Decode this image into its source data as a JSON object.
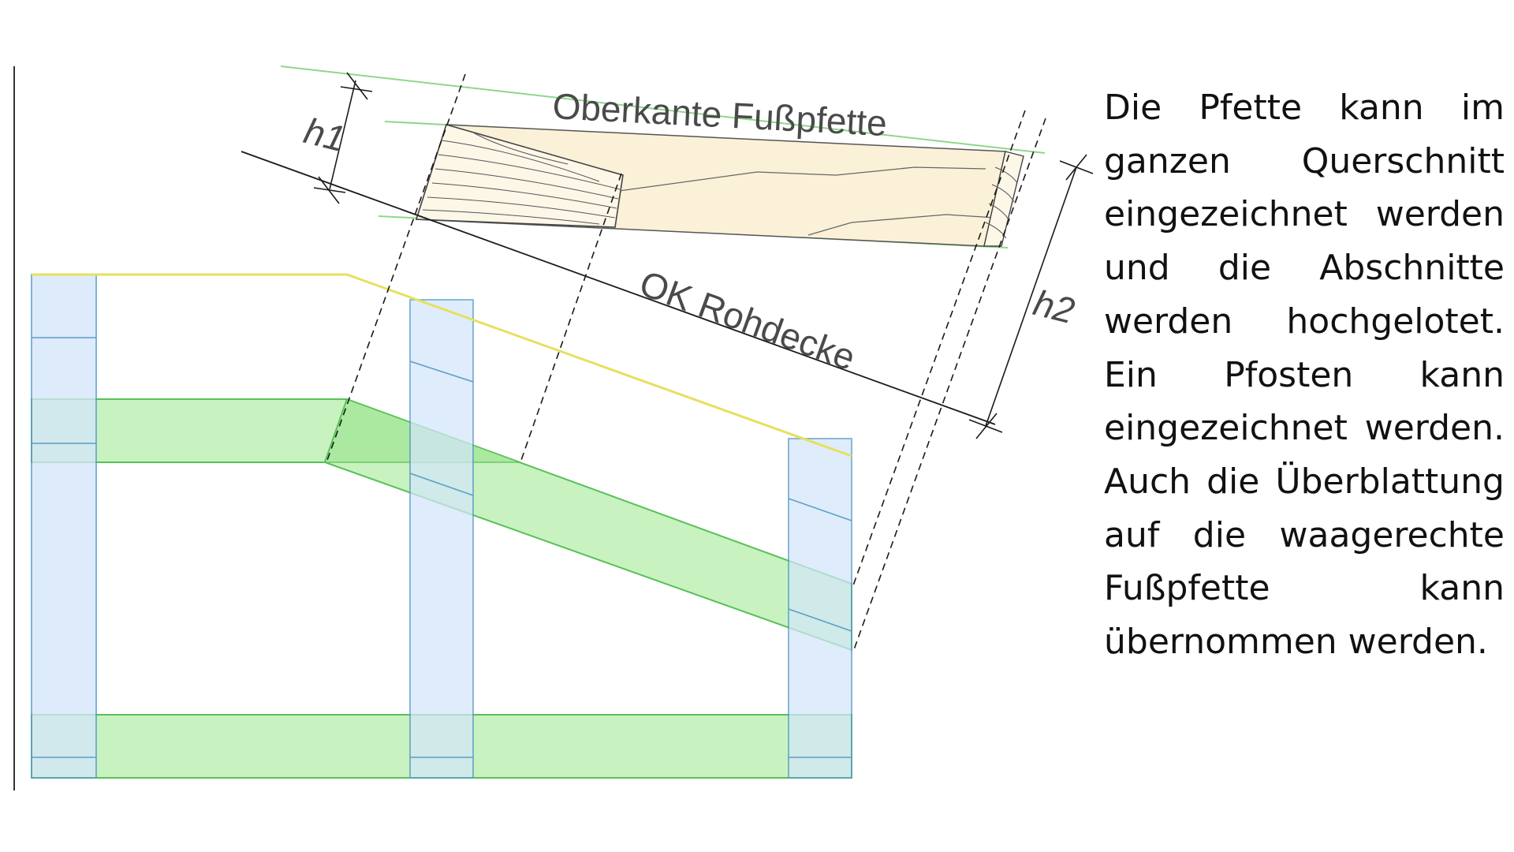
{
  "diagram": {
    "label_top": "Oberkante Fußpfette",
    "label_deck": "OK Rohdecke",
    "dim_h1": "h1",
    "dim_h2": "h2"
  },
  "description": "Die Pfette kann im ganzen Querschnitt eingezeichnet werden und die Abschnitte werden hochgelotet. Ein Pfosten kann eingezeichnet werden. Auch die Überblattung auf die waagerechte Fußpfette kann übernommen werden.",
  "colors": {
    "post_fill": "#d4e6fa",
    "post_stroke": "#5a9ec8",
    "beam_fill": "#c8f2c0",
    "beam_stroke": "#58c058",
    "eave_line": "#e6e060",
    "purlin_fill": "#fbf1d8",
    "guide_line": "#8ed88a",
    "ink": "#1a1a1a"
  }
}
